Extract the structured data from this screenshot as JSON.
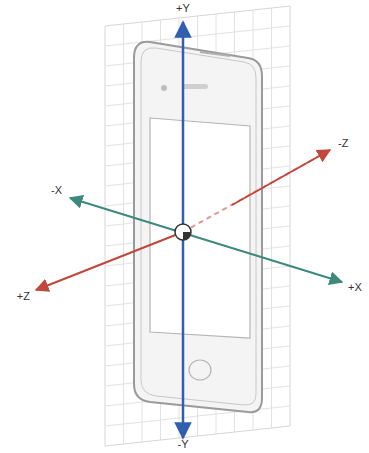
{
  "diagram": {
    "labels": [
      "+Y",
      "-X",
      "-Z",
      "+Z",
      "+X",
      "-Y"
    ]
  }
}
